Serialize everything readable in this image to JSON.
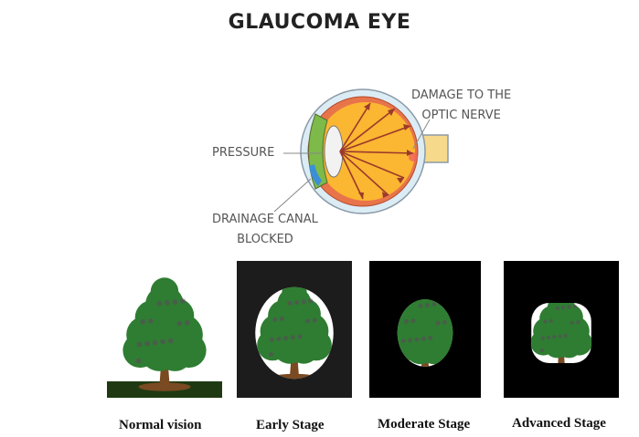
{
  "title": "GLAUCOMA EYE",
  "eye_labels": {
    "pressure": "PRESSURE",
    "damage_line1": "DAMAGE TO THE",
    "damage_line2": "OPTIC NERVE",
    "drainage_line1": "DRAINAGE CANAL",
    "drainage_line2": "BLOCKED"
  },
  "stages": [
    {
      "label": "Normal vision",
      "background": "#f7fdfd",
      "vision": 1.0
    },
    {
      "label": "Early Stage",
      "background": "#1c1c1c",
      "vision": 0.75
    },
    {
      "label": "Moderate Stage",
      "background": "#000000",
      "vision": 0.55
    },
    {
      "label": "Advanced Stage",
      "background": "#000000",
      "vision": 0.4
    }
  ],
  "colors": {
    "sclera": "#dcecf5",
    "eyeball": "#fbb632",
    "rays": "#9b3a2b",
    "nerve": "#f6d98a",
    "tree_foliage": "#2e7d32",
    "trunk": "#7a4a22",
    "ground": "#1f3a12"
  }
}
